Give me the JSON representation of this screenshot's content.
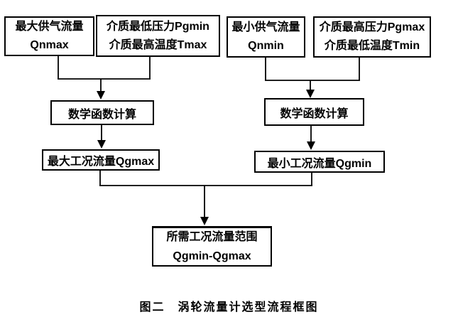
{
  "diagram": {
    "boxes": {
      "qnmax": {
        "line1": "最大供气流量",
        "line2": "Qnmax"
      },
      "pgmin_tmax": {
        "line1": "介质最低压力Pgmin",
        "line2": "介质最高温度Tmax"
      },
      "qnmin": {
        "line1": "最小供气流量",
        "line2": "Qnmin"
      },
      "pgmax_tmin": {
        "line1": "介质最高压力Pgmax",
        "line2": "介质最低温度Tmin"
      },
      "calc_left": {
        "label": "数学函数计算"
      },
      "calc_right": {
        "label": "数学函数计算"
      },
      "qgmax": {
        "label": "最大工况流量Qgmax"
      },
      "qgmin": {
        "label": "最小工况流量Qgmin"
      },
      "result": {
        "line1": "所需工况流量范围",
        "line2": "Qgmin-Qgmax"
      }
    },
    "caption": "图二　涡轮流量计选型流程框图",
    "colors": {
      "line": "#000000",
      "text": "#000000",
      "background": "#ffffff"
    }
  }
}
